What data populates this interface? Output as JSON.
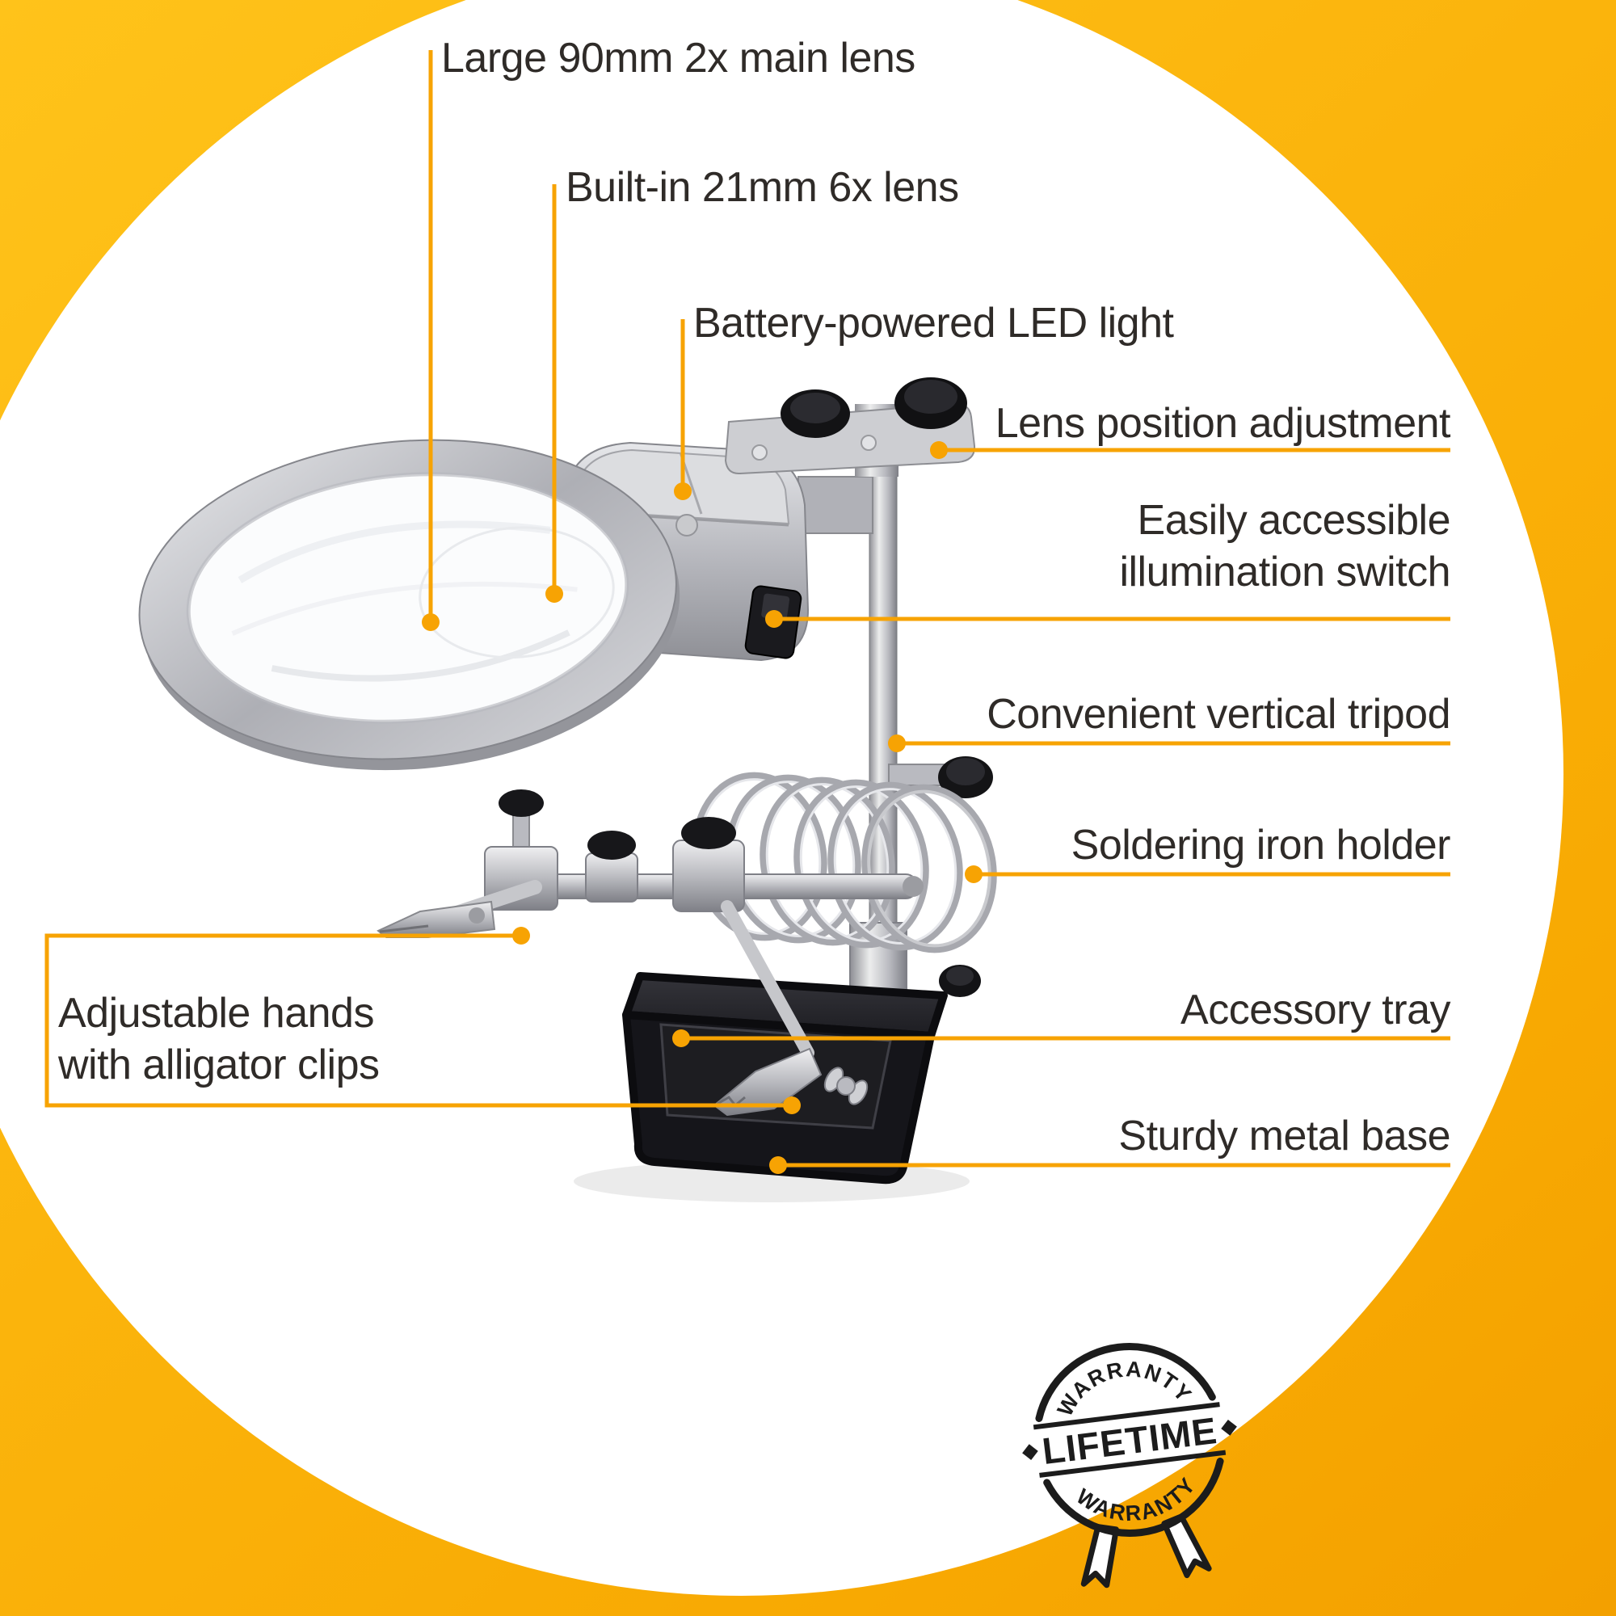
{
  "colors": {
    "frame_yellow": "#F8A902",
    "frame_yellow_light": "#FFC31A",
    "panel_white": "#FFFFFF",
    "accent_orange": "#F7A303",
    "label_text": "#2F2B28",
    "badge_ink": "#1C1C1C",
    "product_silver": "#C2C3C8",
    "product_black": "#17171B"
  },
  "callouts": {
    "main_lens": "Large 90mm 2x main lens",
    "sub_lens": "Built-in 21mm 6x lens",
    "led_light": "Battery-powered LED light",
    "lens_position": "Lens position adjustment",
    "illumination_switch_line1": "Easily accessible",
    "illumination_switch_line2": "illumination switch",
    "tripod": "Convenient vertical tripod",
    "iron_holder": "Soldering iron holder",
    "accessory_tray": "Accessory tray",
    "metal_base": "Sturdy metal base",
    "hands_line1": "Adjustable hands",
    "hands_line2": "with alligator clips"
  },
  "badge": {
    "top_arc": "WARRANTY",
    "center": "LIFETIME",
    "bottom_arc": "WARRANTY"
  }
}
